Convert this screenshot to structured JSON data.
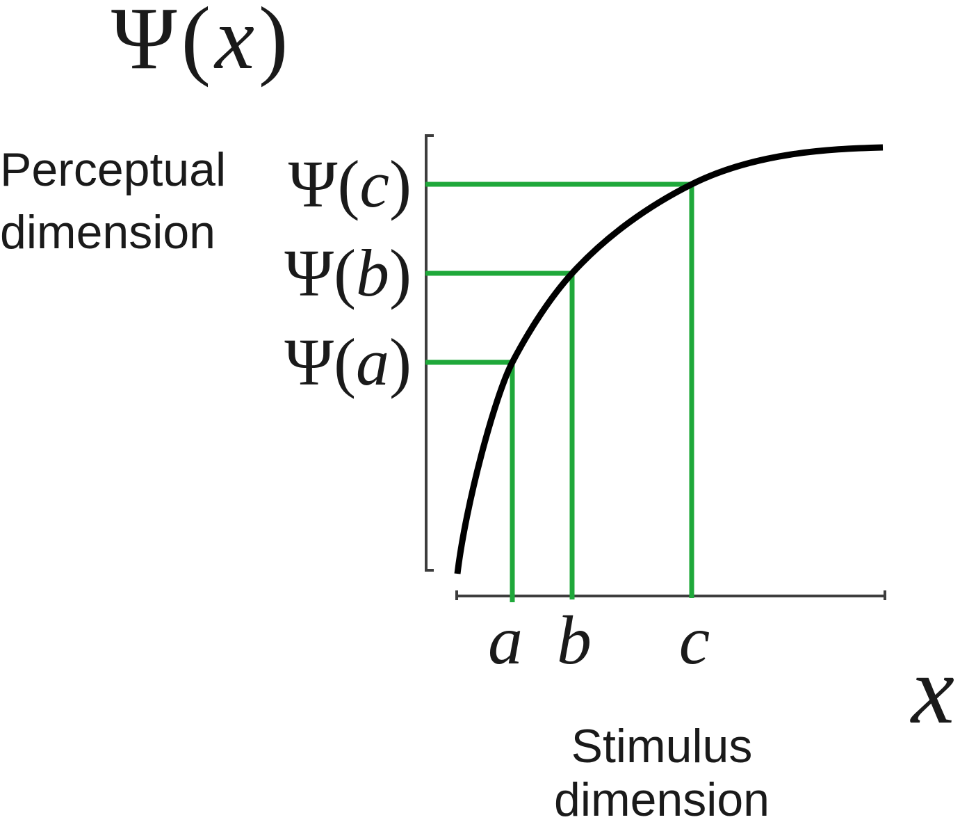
{
  "title": "Ψ(x)",
  "y_axis": {
    "label_lines": [
      "Perceptual",
      "dimension"
    ]
  },
  "x_axis": {
    "variable": "x",
    "label_lines": [
      "Stimulus",
      "dimension"
    ]
  },
  "points": [
    {
      "x_label": "a",
      "psi_label": "Ψ(a)"
    },
    {
      "x_label": "b",
      "psi_label": "Ψ(b)"
    },
    {
      "x_label": "c",
      "psi_label": "Ψ(c)"
    }
  ],
  "colors": {
    "curve": "#000000",
    "guides": "#1fa83a",
    "axes": "#3d3d3d",
    "text": "#1a1a1a",
    "background": "#ffffff"
  }
}
